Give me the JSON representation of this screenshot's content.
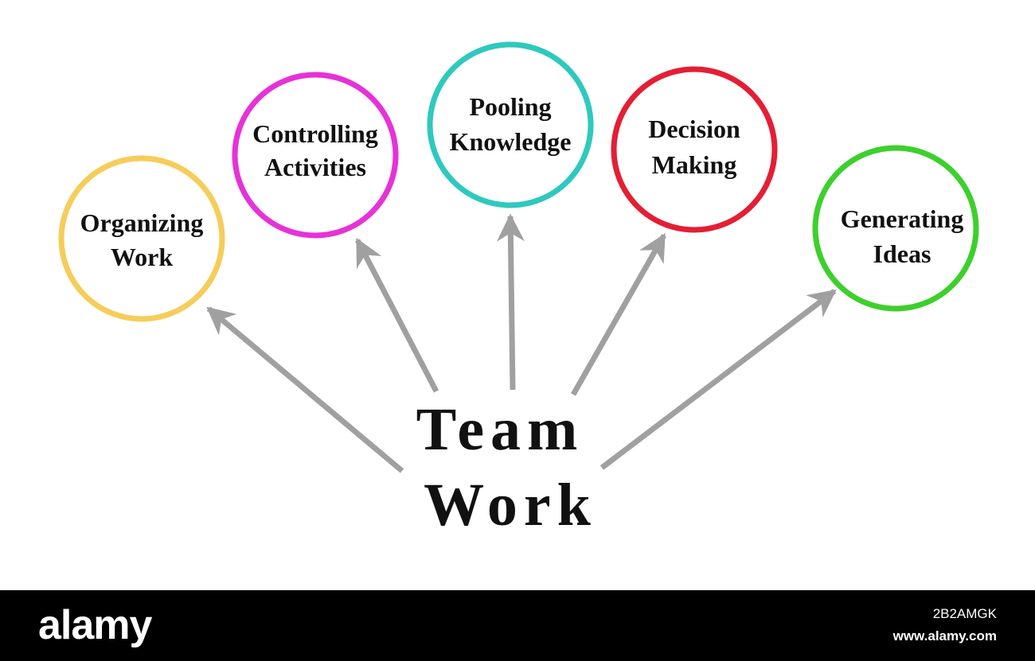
{
  "diagram": {
    "center": {
      "line1": "Team",
      "line2": "Work"
    },
    "arrow_color": "#a0a0a0",
    "nodes": [
      {
        "id": "organizing-work",
        "line1": "Organizing",
        "line2": "Work",
        "color": "#f5cd5a"
      },
      {
        "id": "controlling-activities",
        "line1": "Controlling",
        "line2": "Activities",
        "color": "#e632d8"
      },
      {
        "id": "pooling-knowledge",
        "line1": "Pooling",
        "line2": "Knowledge",
        "color": "#2ec9bd"
      },
      {
        "id": "decision-making",
        "line1": "Decision",
        "line2": "Making",
        "color": "#e41e35"
      },
      {
        "id": "generating-ideas",
        "line1": "Generating",
        "line2": "Ideas",
        "color": "#3dd02c"
      }
    ]
  },
  "footer": {
    "brand": "alamy",
    "image_id": "2B2AMGK",
    "url": "www.alamy.com"
  }
}
